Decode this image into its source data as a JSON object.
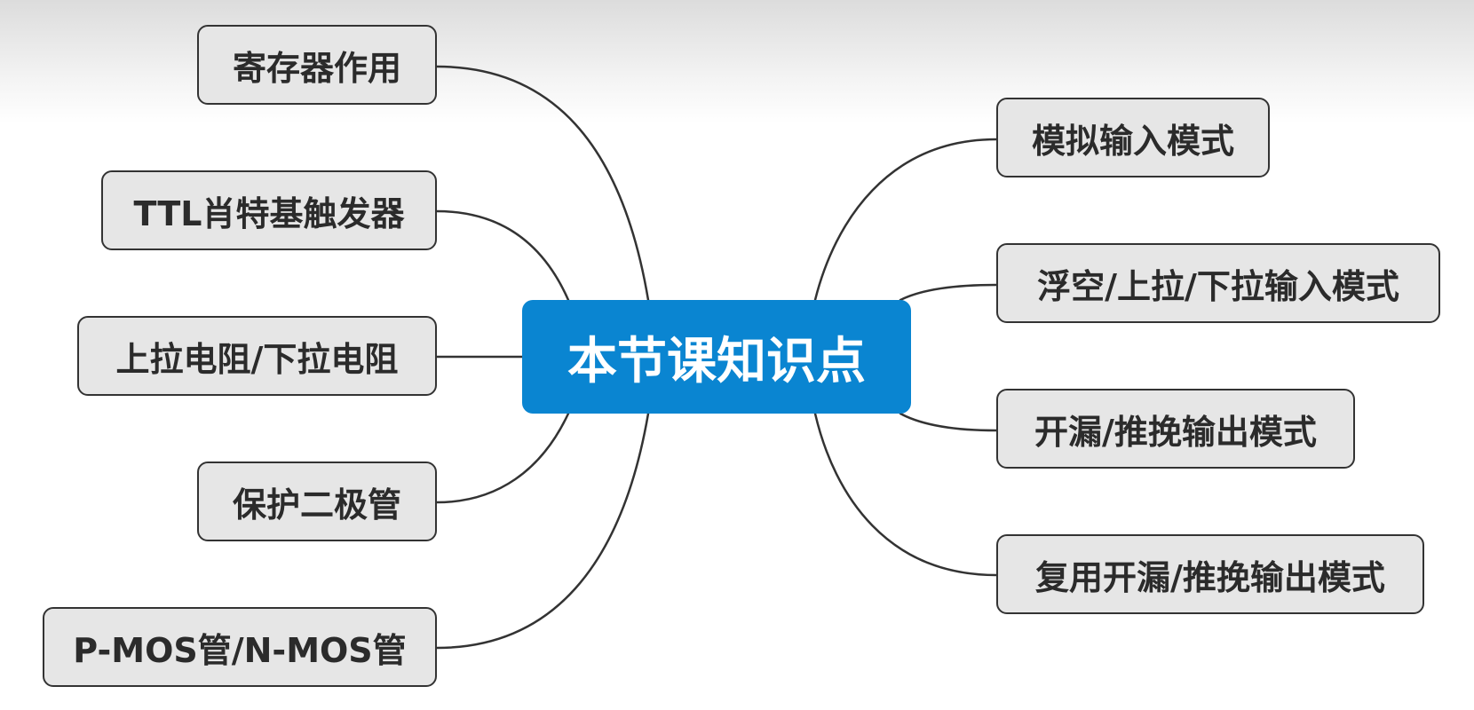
{
  "mindmap": {
    "central": {
      "label": "本节课知识点"
    },
    "left_topics": [
      {
        "label": "寄存器作用"
      },
      {
        "label": "TTL肖特基触发器"
      },
      {
        "label": "上拉电阻/下拉电阻"
      },
      {
        "label": "保护二极管"
      },
      {
        "label": "P-MOS管/N-MOS管"
      }
    ],
    "right_topics": [
      {
        "label": "模拟输入模式"
      },
      {
        "label": "浮空/上拉/下拉输入模式"
      },
      {
        "label": "开漏/推挽输出模式"
      },
      {
        "label": "复用开漏/推挽输出模式"
      }
    ]
  },
  "colors": {
    "central_fill": "#0a85d1",
    "topic_fill": "#e6e6e6",
    "outline": "#333333"
  }
}
